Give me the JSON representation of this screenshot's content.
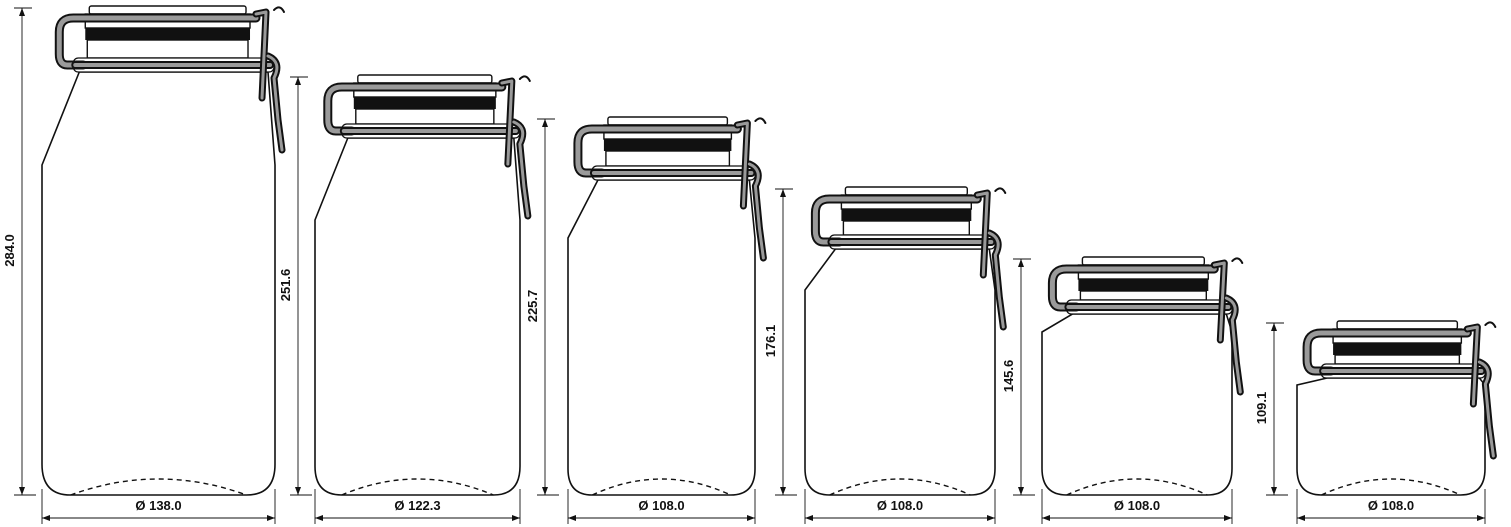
{
  "colors": {
    "outline": "#111111",
    "wire_fill": "#9a9a9a",
    "seal": "#111111",
    "background": "#ffffff"
  },
  "jars": [
    {
      "height_label": "284.0",
      "diameter_label": "Ø 138.0"
    },
    {
      "height_label": "251.6",
      "diameter_label": "Ø 122.3"
    },
    {
      "height_label": "225.7",
      "diameter_label": "Ø 108.0"
    },
    {
      "height_label": "176.1",
      "diameter_label": "Ø 108.0"
    },
    {
      "height_label": "145.6",
      "diameter_label": "Ø 108.0"
    },
    {
      "height_label": "109.1",
      "diameter_label": "Ø 108.0"
    }
  ]
}
